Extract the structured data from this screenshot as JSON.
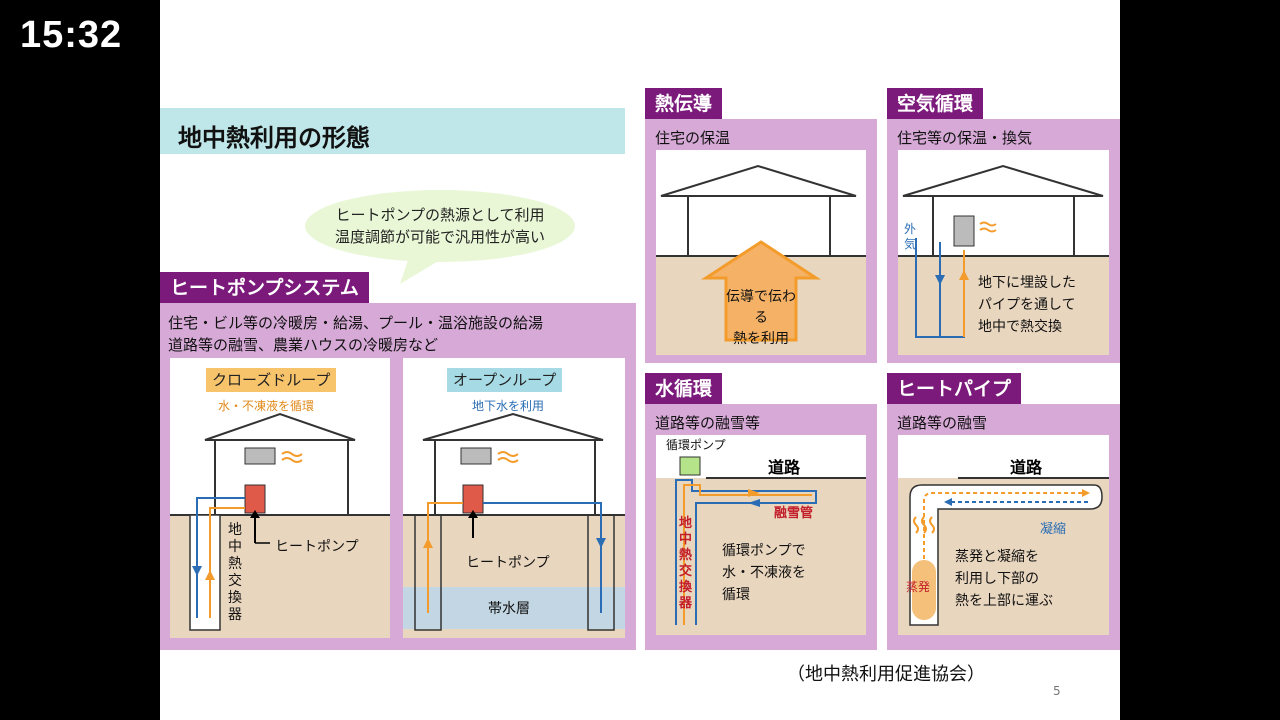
{
  "clock": "15:32",
  "slide": {
    "title": "地中熱利用の形態",
    "callout": [
      "ヒートポンプの熱源として利用",
      "温度調節が可能で汎用性が高い"
    ],
    "hp_system": {
      "header": "ヒートポンプシステム",
      "desc": [
        "住宅・ビル等の冷暖房・給湯、プール・温浴施設の給湯",
        "道路等の融雪、農業ハウスの冷暖房など"
      ],
      "closed": {
        "tag": "クローズドループ",
        "sub": "水・不凍液を循環",
        "exchanger": [
          "地",
          "中",
          "熱",
          "交",
          "換",
          "器"
        ],
        "pump": "ヒートポンプ"
      },
      "open": {
        "tag": "オープンループ",
        "sub": "地下水を利用",
        "pump": "ヒートポンプ",
        "aquifer": "帯水層"
      }
    },
    "conduction": {
      "header": "熱伝導",
      "sub": "住宅の保温",
      "arrow_text": [
        "伝導で伝わる",
        "熱を利用"
      ]
    },
    "air": {
      "header": "空気循環",
      "sub": "住宅等の保温・換気",
      "outside": [
        "外",
        "気"
      ],
      "text": [
        "地下に埋設した",
        "パイプを通して",
        "地中で熱交換"
      ]
    },
    "water": {
      "header": "水循環",
      "sub": "道路等の融雪等",
      "pump": "循環ポンプ",
      "road": "道路",
      "pipe": "融雪管",
      "exchanger": [
        "地",
        "中",
        "熱",
        "交",
        "換",
        "器"
      ],
      "text": [
        "循環ポンプで",
        "水・不凍液を",
        "循環"
      ]
    },
    "heatpipe": {
      "header": "ヒートパイプ",
      "sub": "道路等の融雪",
      "road": "道路",
      "condense": "凝縮",
      "evap": "蒸発",
      "text": [
        "蒸発と凝縮を",
        "利用し下部の",
        "熱を上部に運ぶ"
      ]
    },
    "credit": "（地中熱利用促進協会）",
    "page": "5"
  },
  "colors": {
    "purple": "#7b1a7b",
    "panel": "#d6a9d6",
    "ground": "#e9d6bf",
    "aquifer": "#c3d6e3",
    "orange": "#f39c2b",
    "blue": "#2a6db5"
  }
}
